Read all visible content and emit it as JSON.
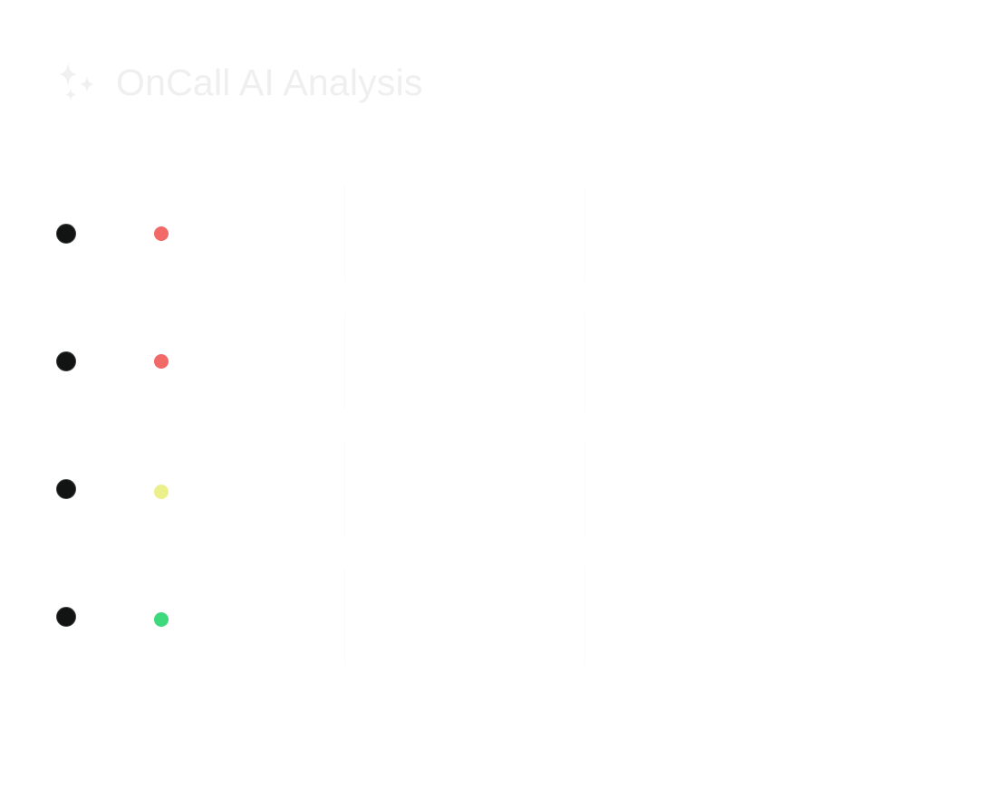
{
  "header": {
    "title": "OnCall AI Analysis",
    "icon": "sparkle-icon"
  },
  "rows": [
    {
      "status_color": "#f26a68",
      "status": "red"
    },
    {
      "status_color": "#f26a68",
      "status": "red"
    },
    {
      "status_color": "#ecf08a",
      "status": "yellow"
    },
    {
      "status_color": "#3dd97c",
      "status": "green"
    }
  ],
  "colors": {
    "title_text": "#efefef",
    "radio_fill": "#111412",
    "background": "#ffffff"
  }
}
